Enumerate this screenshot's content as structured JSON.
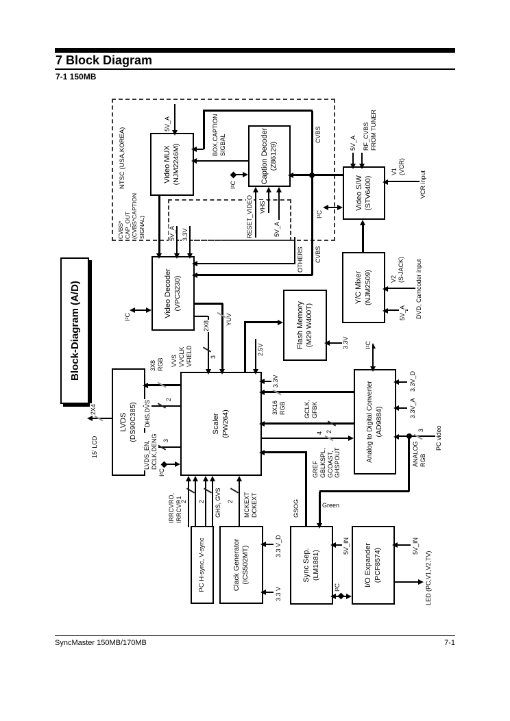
{
  "page": {
    "header": {
      "chapter_title": "7 Block Diagram",
      "section_title": "7-1 150MB"
    },
    "footer": {
      "left": "SyncMaster 150MB/170MB",
      "right": "7-1"
    }
  },
  "diagram": {
    "title": "Block-Diagram (A/D)",
    "blocks": {
      "video_mux": {
        "name": "Video MUX",
        "part": "(NJM2246M)"
      },
      "caption_decoder": {
        "name": "Caption Decoder",
        "part": "(Z86129)"
      },
      "video_sw": {
        "name": "Video S/W",
        "part": "(STV6400)"
      },
      "yc_mixer": {
        "name": "Y/C Mixer",
        "part": "(NJM2509)"
      },
      "video_decoder": {
        "name": "Video Decoder",
        "part": "(VPC3230)"
      },
      "flash": {
        "name": "Flash Memory",
        "part": "(M29 W400T)"
      },
      "scaler": {
        "name": "Scaler",
        "part": "(PW264)"
      },
      "lvds": {
        "name": "LVDS",
        "part": "(DS90C385)"
      },
      "adc": {
        "name": "Analog to Digital Converter",
        "part": "(AD9884)"
      },
      "pc_sync": {
        "name": "PC H-sync, V-sync",
        "part": ""
      },
      "clock_gen": {
        "name": "Clack Generator",
        "part": "(ICS502MT)"
      },
      "sync_sep": {
        "name": "Sync Sep.",
        "part": "(LM1881)"
      },
      "io_expander": {
        "name": "I/O Expander",
        "part": "(PCF8574)"
      }
    },
    "labels": {
      "i2c": "I²C",
      "v5a": "5V_A",
      "v33": "3.3V",
      "v25": "2.5V",
      "v33d": "3.3V_D",
      "v33a": "3.3V_A",
      "v5in": "5V_IN",
      "cg33d": "3.3 V_D",
      "cg33": "3.3 V",
      "ntsc": "NTSC (USA,KOREA)",
      "cap_out": "CVBS*\nCAP_OUT\n(CVBS*CAPTION\nSIGNAL)",
      "box_caption": "BOX,CAPTION\nSIGBAL",
      "cvbs": "CVBS",
      "others": "OTHERS",
      "reset_video": "RESET_VIDEO",
      "vhs": "VHS",
      "rf_cvbs": "RF_CVBS\nFROM TUNER",
      "v1": "V1\n(VCR)",
      "vcr_input": "VCR input",
      "v2": "V2\n(S-JACK)",
      "dvd": "DVD, Camcoder input",
      "vvs": "VVS\nVVCLK\nVFIELD",
      "b2x8": "2X8",
      "yuv": "YUV",
      "b3x16": "3X16\nRGB",
      "gclk": "GCLK,\nGFBK",
      "gref": "GREF\nGBLKSPL,\nGCOAST,\nGHSPOUT",
      "analog_rgb": "ANALOG\nRGB",
      "pc_video": "PC video",
      "b3x8": "3X8\nRGB",
      "dhs": "DHS,DVS",
      "lvds_en": "LVDS_EN,\nDCLK,DENG",
      "b2x4": "2X4",
      "lcd": "15' LCD",
      "irrcvr": "IRRCVRO,\nIRRCVR1",
      "ghs": "GHS, GVS",
      "mckext": "MCKEXT\nDCKEXT",
      "gsog": "GSOG",
      "green": "Green",
      "led": "LED (PC,V1,V2,TV)",
      "n2": "2",
      "n3": "3",
      "n4": "4"
    }
  }
}
